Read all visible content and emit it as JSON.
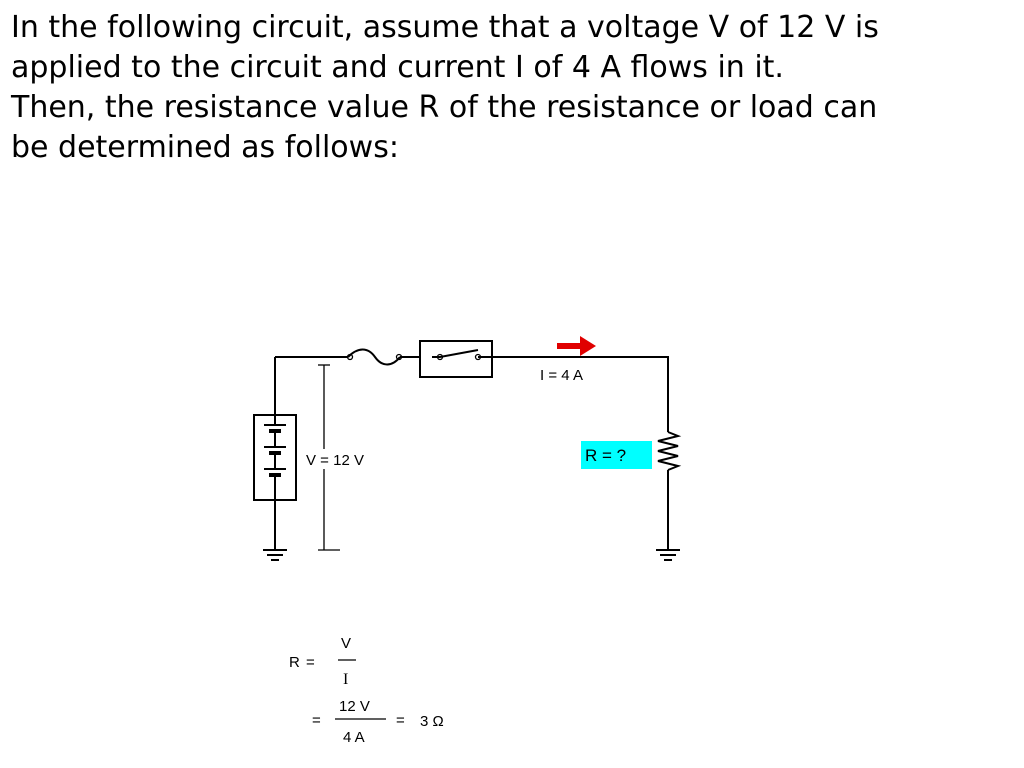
{
  "intro": {
    "lines": [
      "In the following circuit, assume that a voltage V of 12 V is",
      "applied to the circuit and current I of 4 A flows in it.",
      "Then, the resistance value R of the resistance or load can",
      "be determined as follows:"
    ]
  },
  "circuit": {
    "voltage_label": "V = 12 V",
    "current_label": "I = 4 A",
    "resistance_label": "R = ?",
    "highlight_color": "#00FFFF",
    "arrow_color": "#E00000"
  },
  "formula": {
    "r": "R",
    "eq": "=",
    "num1": "V",
    "den1": "I",
    "eq2": "=",
    "num2": "12 V",
    "den2": "4 A",
    "eq3": "=",
    "result": "3 Ω"
  }
}
